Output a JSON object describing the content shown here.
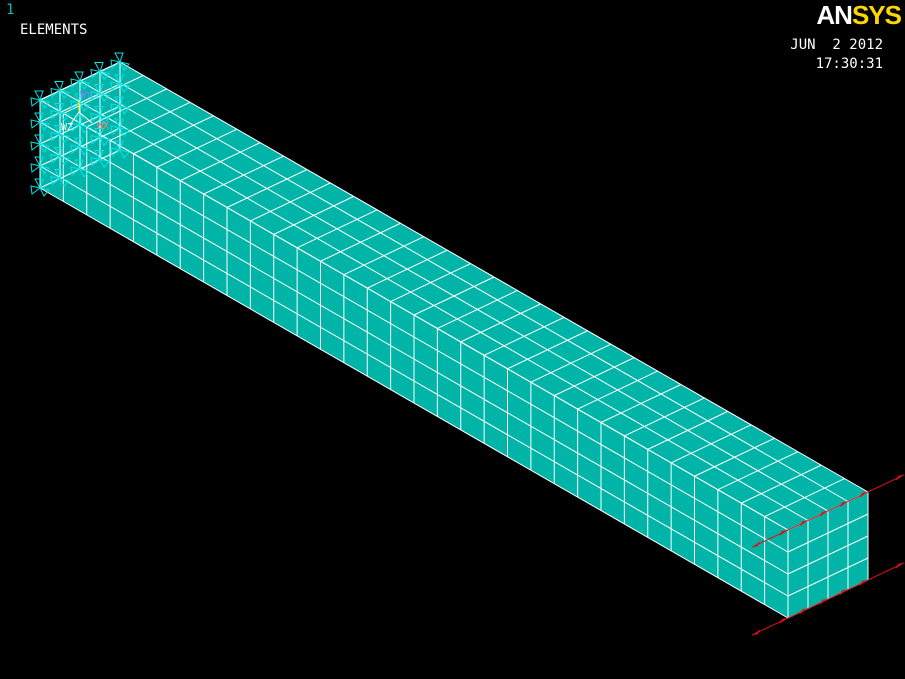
{
  "window": {
    "number": "1"
  },
  "plot": {
    "label": "ELEMENTS",
    "date": "JUN  2 2012",
    "time": "17:30:31"
  },
  "logo": {
    "part1": "AN",
    "part2": "SYS"
  },
  "triad": {
    "y_label": "WY",
    "x_label": "WX",
    "z_label": "WZ"
  },
  "model": {
    "type": "meshed rectangular beam",
    "mesh_divisions": {
      "length": 32,
      "height": 4,
      "width": 4
    },
    "fixed_end": "left",
    "loaded_end": "right"
  },
  "colors": {
    "background": "#000000",
    "element_face": "#00b4a8",
    "mesh_line": "#ffffff",
    "constraint_symbol": "#00e5e5",
    "force_arrow": "#e01010",
    "logo_an": "#ffffff",
    "logo_sys": "#ffd700"
  }
}
